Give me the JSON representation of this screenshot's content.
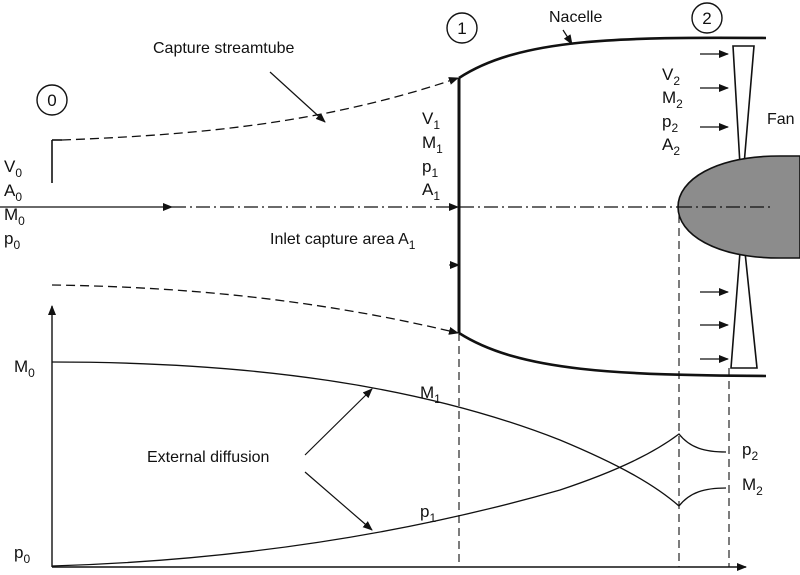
{
  "labels": {
    "capture_streamtube": "Capture streamtube",
    "nacelle": "Nacelle",
    "fan": "Fan",
    "inlet_capture_area": "Inlet capture area A",
    "inlet_capture_area_sub": "1",
    "external_diffusion": "External diffusion"
  },
  "stations": {
    "s0": "0",
    "s1": "1",
    "s2": "2"
  },
  "symbols": {
    "V0": {
      "base": "V",
      "sub": "0"
    },
    "A0": {
      "base": "A",
      "sub": "0"
    },
    "M0": {
      "base": "M",
      "sub": "0"
    },
    "p0": {
      "base": "p",
      "sub": "0"
    },
    "V1": {
      "base": "V",
      "sub": "1"
    },
    "M1": {
      "base": "M",
      "sub": "1"
    },
    "p1": {
      "base": "p",
      "sub": "1"
    },
    "A1": {
      "base": "A",
      "sub": "1"
    },
    "V2": {
      "base": "V",
      "sub": "2"
    },
    "M2": {
      "base": "M",
      "sub": "2"
    },
    "p2": {
      "base": "p",
      "sub": "2"
    },
    "A2": {
      "base": "A",
      "sub": "2"
    }
  },
  "plot": {
    "y_top": {
      "base": "M",
      "sub": "0"
    },
    "y_bottom": {
      "base": "p",
      "sub": "0"
    },
    "curve_M": {
      "base": "M",
      "sub": "1"
    },
    "curve_p": {
      "base": "p",
      "sub": "1"
    },
    "end_p": {
      "base": "p",
      "sub": "2"
    },
    "end_M": {
      "base": "M",
      "sub": "2"
    }
  },
  "colors": {
    "line": "#111111",
    "hub_fill": "#8c8c8c"
  }
}
